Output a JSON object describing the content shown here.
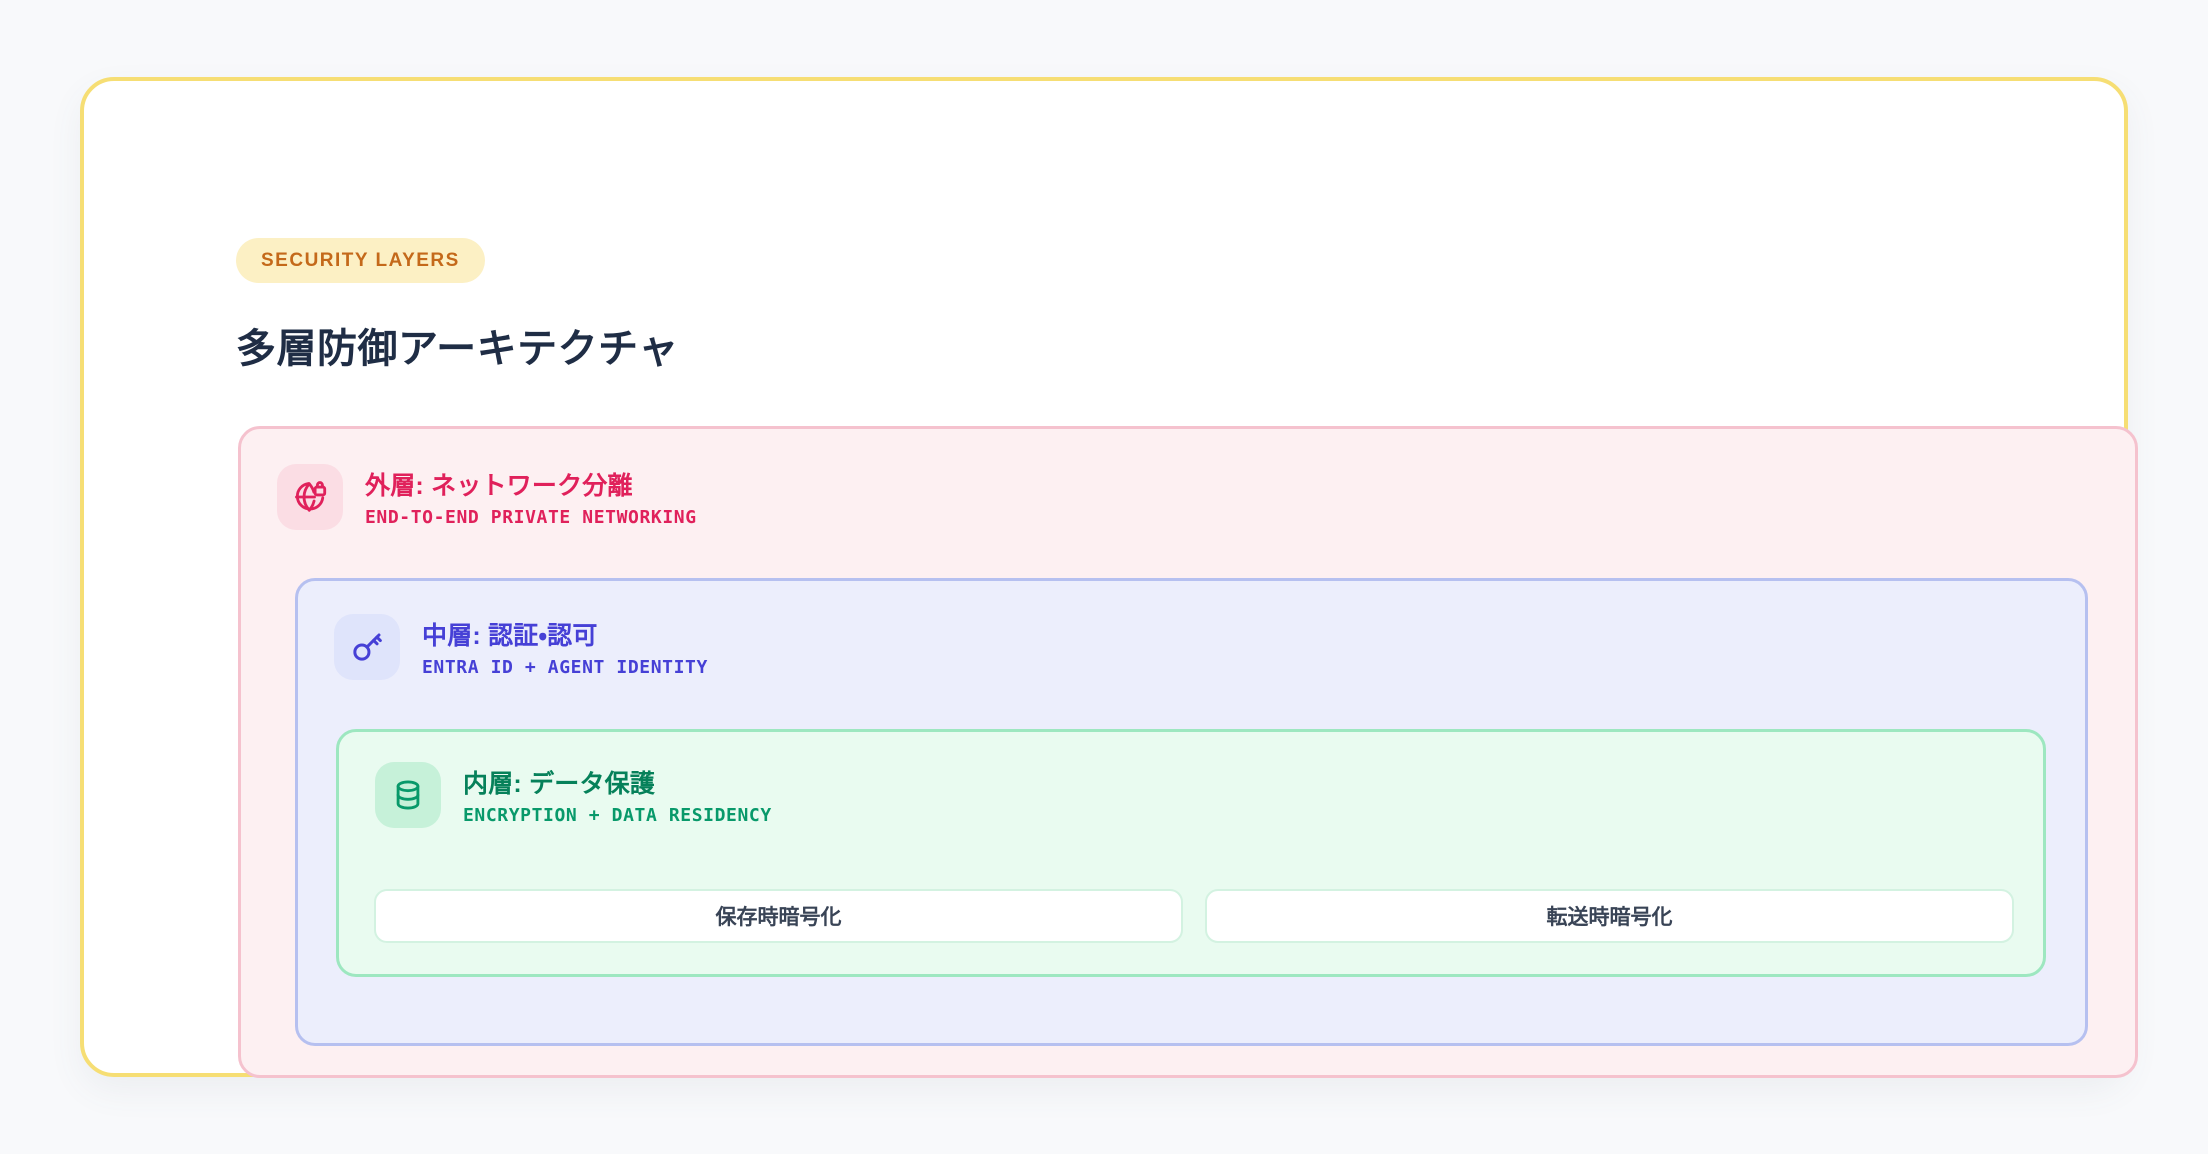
{
  "header": {
    "badge_label": "SECURITY LAYERS",
    "title": "多層防御アーキテクチャ"
  },
  "colors": {
    "page_background": "#f8f9fb",
    "card_border": "#f6de74",
    "badge_background": "#fcf0c4",
    "badge_text": "#c4691a",
    "title_text": "#1f2d45",
    "outer_layer_border": "#f5c2ce",
    "outer_layer_background": "#fdf0f2",
    "outer_layer_accent": "#e0215b",
    "mid_layer_border": "#b6c0f0",
    "mid_layer_background": "#eceefc",
    "mid_layer_accent": "#4640d6",
    "inner_layer_border": "#9de7c0",
    "inner_layer_background": "#e9fbf0",
    "inner_layer_accent": "#08996a",
    "chip_border": "#d3f2e1",
    "chip_text": "#394456"
  },
  "layers": {
    "outer": {
      "icon": "globe-lock-icon",
      "title": "外層: ネットワーク分離",
      "subtitle": "END-TO-END PRIVATE NETWORKING"
    },
    "middle": {
      "icon": "key-icon",
      "title": "中層: 認証・認可",
      "subtitle": "ENTRA ID + AGENT IDENTITY"
    },
    "inner": {
      "icon": "database-icon",
      "title": "内層: データ保護",
      "subtitle": "ENCRYPTION + DATA RESIDENCY",
      "chips": [
        {
          "label": "保存時暗号化"
        },
        {
          "label": "転送時暗号化"
        }
      ]
    }
  }
}
